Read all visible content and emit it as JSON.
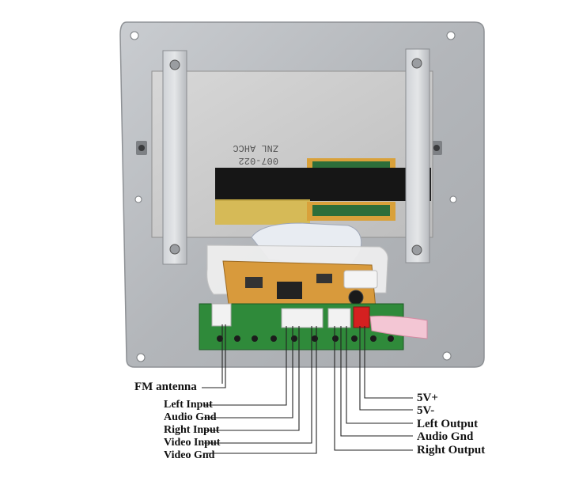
{
  "board_markings": {
    "pcb_code": "007-022",
    "pcb_code2": "ZNL AHCC"
  },
  "labels": {
    "fm_antenna": "FM antenna",
    "left_input": "Left Input",
    "audio_gnd_left": "Audio Gnd",
    "right_input": "Right Input",
    "video_input": "Video Input",
    "video_gnd": "Video Gnd",
    "v5_plus": "5V+",
    "v5_minus": "5V-",
    "left_output": "Left Output",
    "audio_gnd_right": "Audio Gnd",
    "right_output": "Right Output"
  },
  "colors": {
    "plate": "#b9bcc0",
    "pcb": "#2f8a3a",
    "board": "#d89a3c",
    "connector": "#f2f2f2",
    "red_connector": "#d42020"
  }
}
